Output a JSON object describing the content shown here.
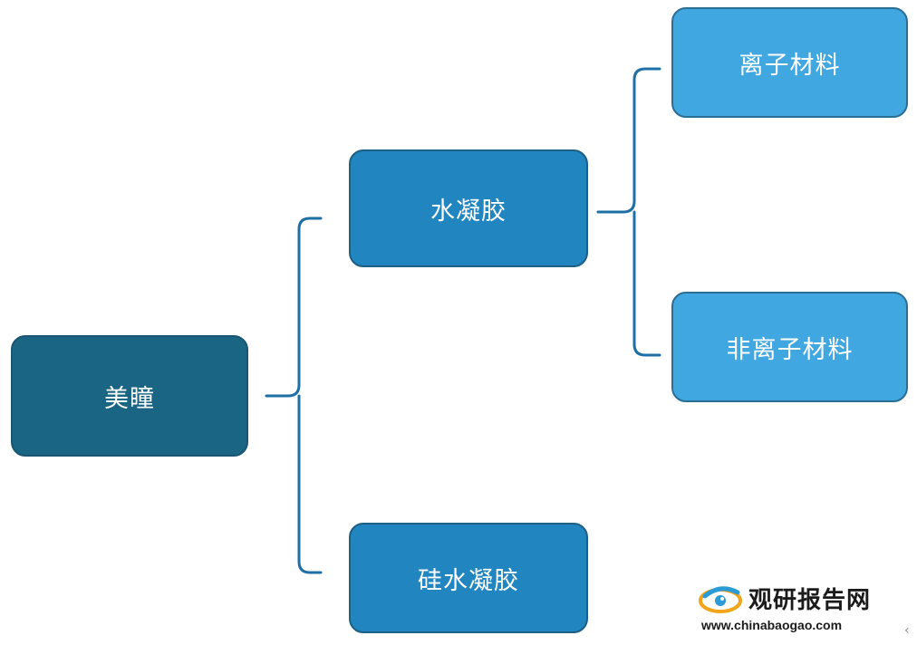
{
  "diagram": {
    "root": {
      "label": "美瞳"
    },
    "children": [
      {
        "label": "水凝胶",
        "children": [
          {
            "label": "离子材料"
          },
          {
            "label": "非离子材料"
          }
        ]
      },
      {
        "label": "硅水凝胶"
      }
    ]
  },
  "colors": {
    "root": "#1a6583",
    "level1": "#2185c0",
    "level2": "#41a7e0",
    "connector": "#1e6fa6"
  },
  "watermark": {
    "brand": "观研报告网",
    "url": "www.chinabaogao.com"
  },
  "corner_arrow": "‹"
}
